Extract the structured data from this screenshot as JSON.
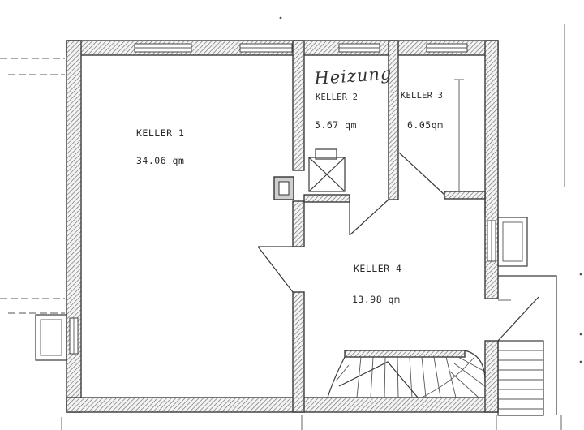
{
  "rooms": [
    {
      "name": "KELLER 1",
      "area": "34.06 qm"
    },
    {
      "name": "KELLER 2",
      "area": "5.67 qm"
    },
    {
      "name": "KELLER 3",
      "area": "6.05qm"
    },
    {
      "name": "KELLER 4",
      "area": "13.98 qm"
    }
  ],
  "handwritten_note": "Heizung",
  "symbols": [
    "chimney-flue",
    "heating-unit-x-box",
    "staircase",
    "window"
  ]
}
